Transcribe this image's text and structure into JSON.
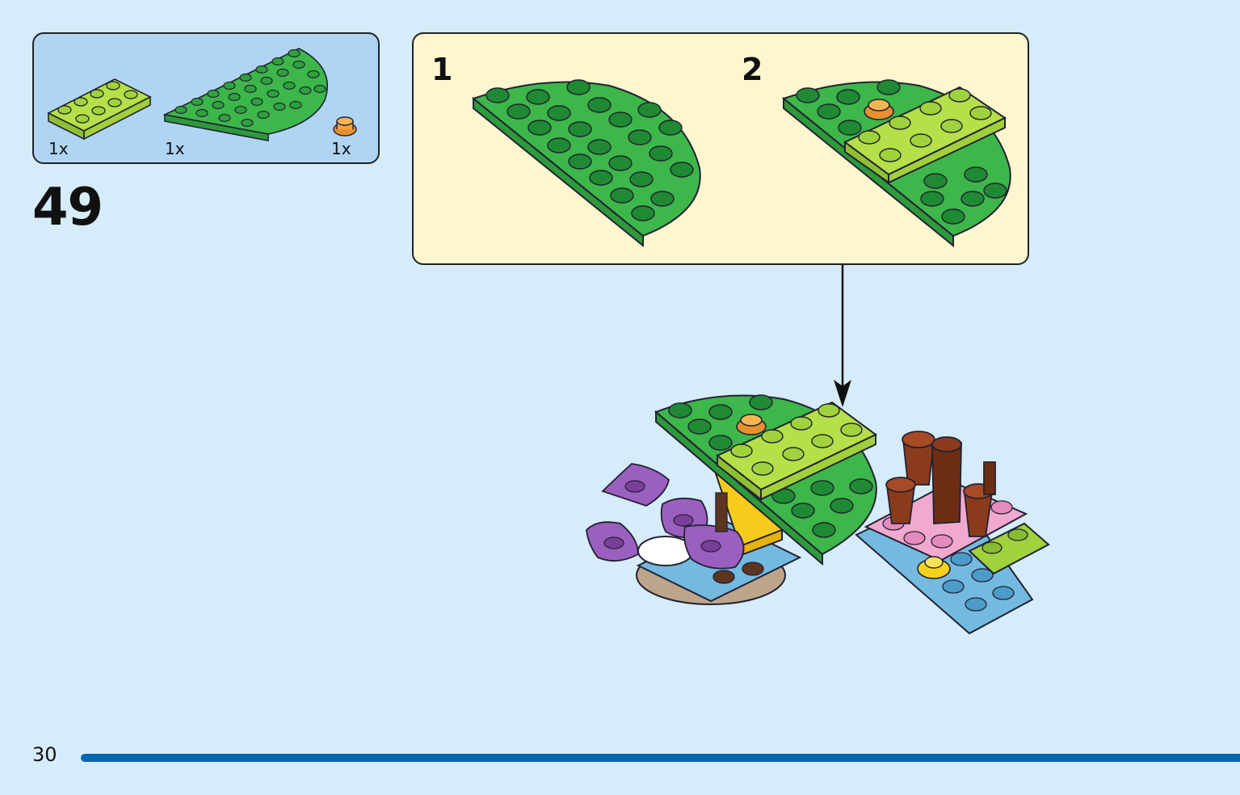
{
  "step": {
    "number": "49"
  },
  "parts": [
    {
      "qty": "1x",
      "icon": "lime-plate-2x4-icon",
      "color": "#b5e04a"
    },
    {
      "qty": "1x",
      "icon": "green-half-round-plate-icon",
      "color": "#3db64a"
    },
    {
      "qty": "1x",
      "icon": "orange-round-stud-icon",
      "color": "#f2a33a"
    }
  ],
  "substeps": [
    {
      "label": "1"
    },
    {
      "label": "2"
    }
  ],
  "page": {
    "number": "30"
  },
  "colors": {
    "background": "#d6ecfa",
    "parts_box": "#afd5f3",
    "substep_box": "#fdf6cf",
    "progress": "#0866b1"
  }
}
